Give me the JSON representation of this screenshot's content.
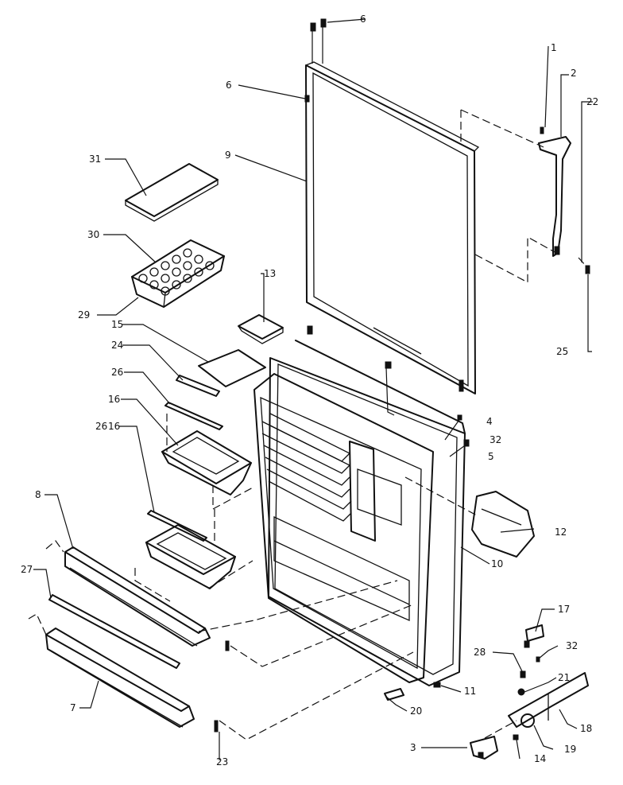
{
  "diagram": {
    "callouts": [
      "1",
      "2",
      "3",
      "4",
      "5",
      "6",
      "6",
      "7",
      "8",
      "9",
      "10",
      "11",
      "12",
      "13",
      "14",
      "15",
      "16",
      "16",
      "17",
      "18",
      "19",
      "20",
      "21",
      "22",
      "23",
      "24",
      "25",
      "26",
      "26",
      "27",
      "28",
      "29",
      "30",
      "31",
      "32",
      "32"
    ]
  }
}
